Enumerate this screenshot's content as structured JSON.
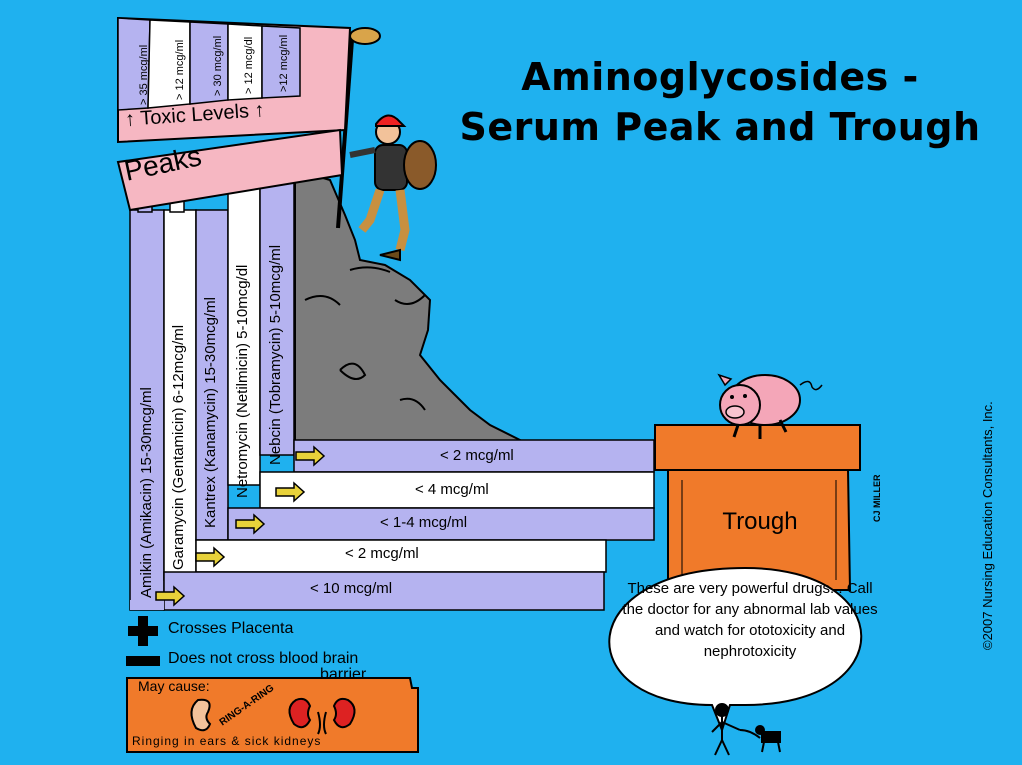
{
  "title": {
    "line1": "Aminoglycosides -",
    "line2": "Serum Peak and Trough"
  },
  "flag": {
    "toxic_label": "Toxic Levels",
    "toxic_values": [
      "> 35 mcg/ml",
      "> 12 mcg/ml",
      "> 30 mcg/ml",
      "> 12 mcg/dl",
      ">12 mcg/ml"
    ],
    "peaks_label": "Peaks"
  },
  "drugs": [
    {
      "name": "Amikin (Amikacin) 15-30mcg/ml",
      "trough": "< 10 mcg/ml"
    },
    {
      "name": "Garamycin (Gentamicin) 6-12mcg/ml",
      "trough": "< 2 mcg/ml"
    },
    {
      "name": "Kantrex (Kanamycin) 15-30mcg/ml",
      "trough": "< 1-4 mcg/ml"
    },
    {
      "name": "Netromycin (Netilmicin) 5-10mcg/dl",
      "trough": "< 4 mcg/ml"
    },
    {
      "name": "Nebcin (Tobramycin) 5-10mcg/ml",
      "trough": "< 2 mcg/ml"
    }
  ],
  "trough_box": {
    "label": "Trough"
  },
  "legend": {
    "plus": "Crosses Placenta",
    "minus": "Does not cross blood brain",
    "minus_cont": "barrier"
  },
  "side_effects": {
    "may_cause": "May cause:",
    "ring_text": "RING-A-RING",
    "caption": "Ringing in ears & sick kidneys"
  },
  "bubble": {
    "text": "These are very powerful drugs... Call the doctor for any abnormal lab values and watch for ototoxicity and nephrotoxicity"
  },
  "artist": "CJ MILLER",
  "copyright": "©2007 Nursing Education Consultants, Inc.",
  "colors": {
    "background": "#1fb1ef",
    "lavender": "#b5b3f0",
    "pink": "#f6b7c2",
    "orange": "#f07a2a",
    "mountain": "#7c7c7c"
  }
}
